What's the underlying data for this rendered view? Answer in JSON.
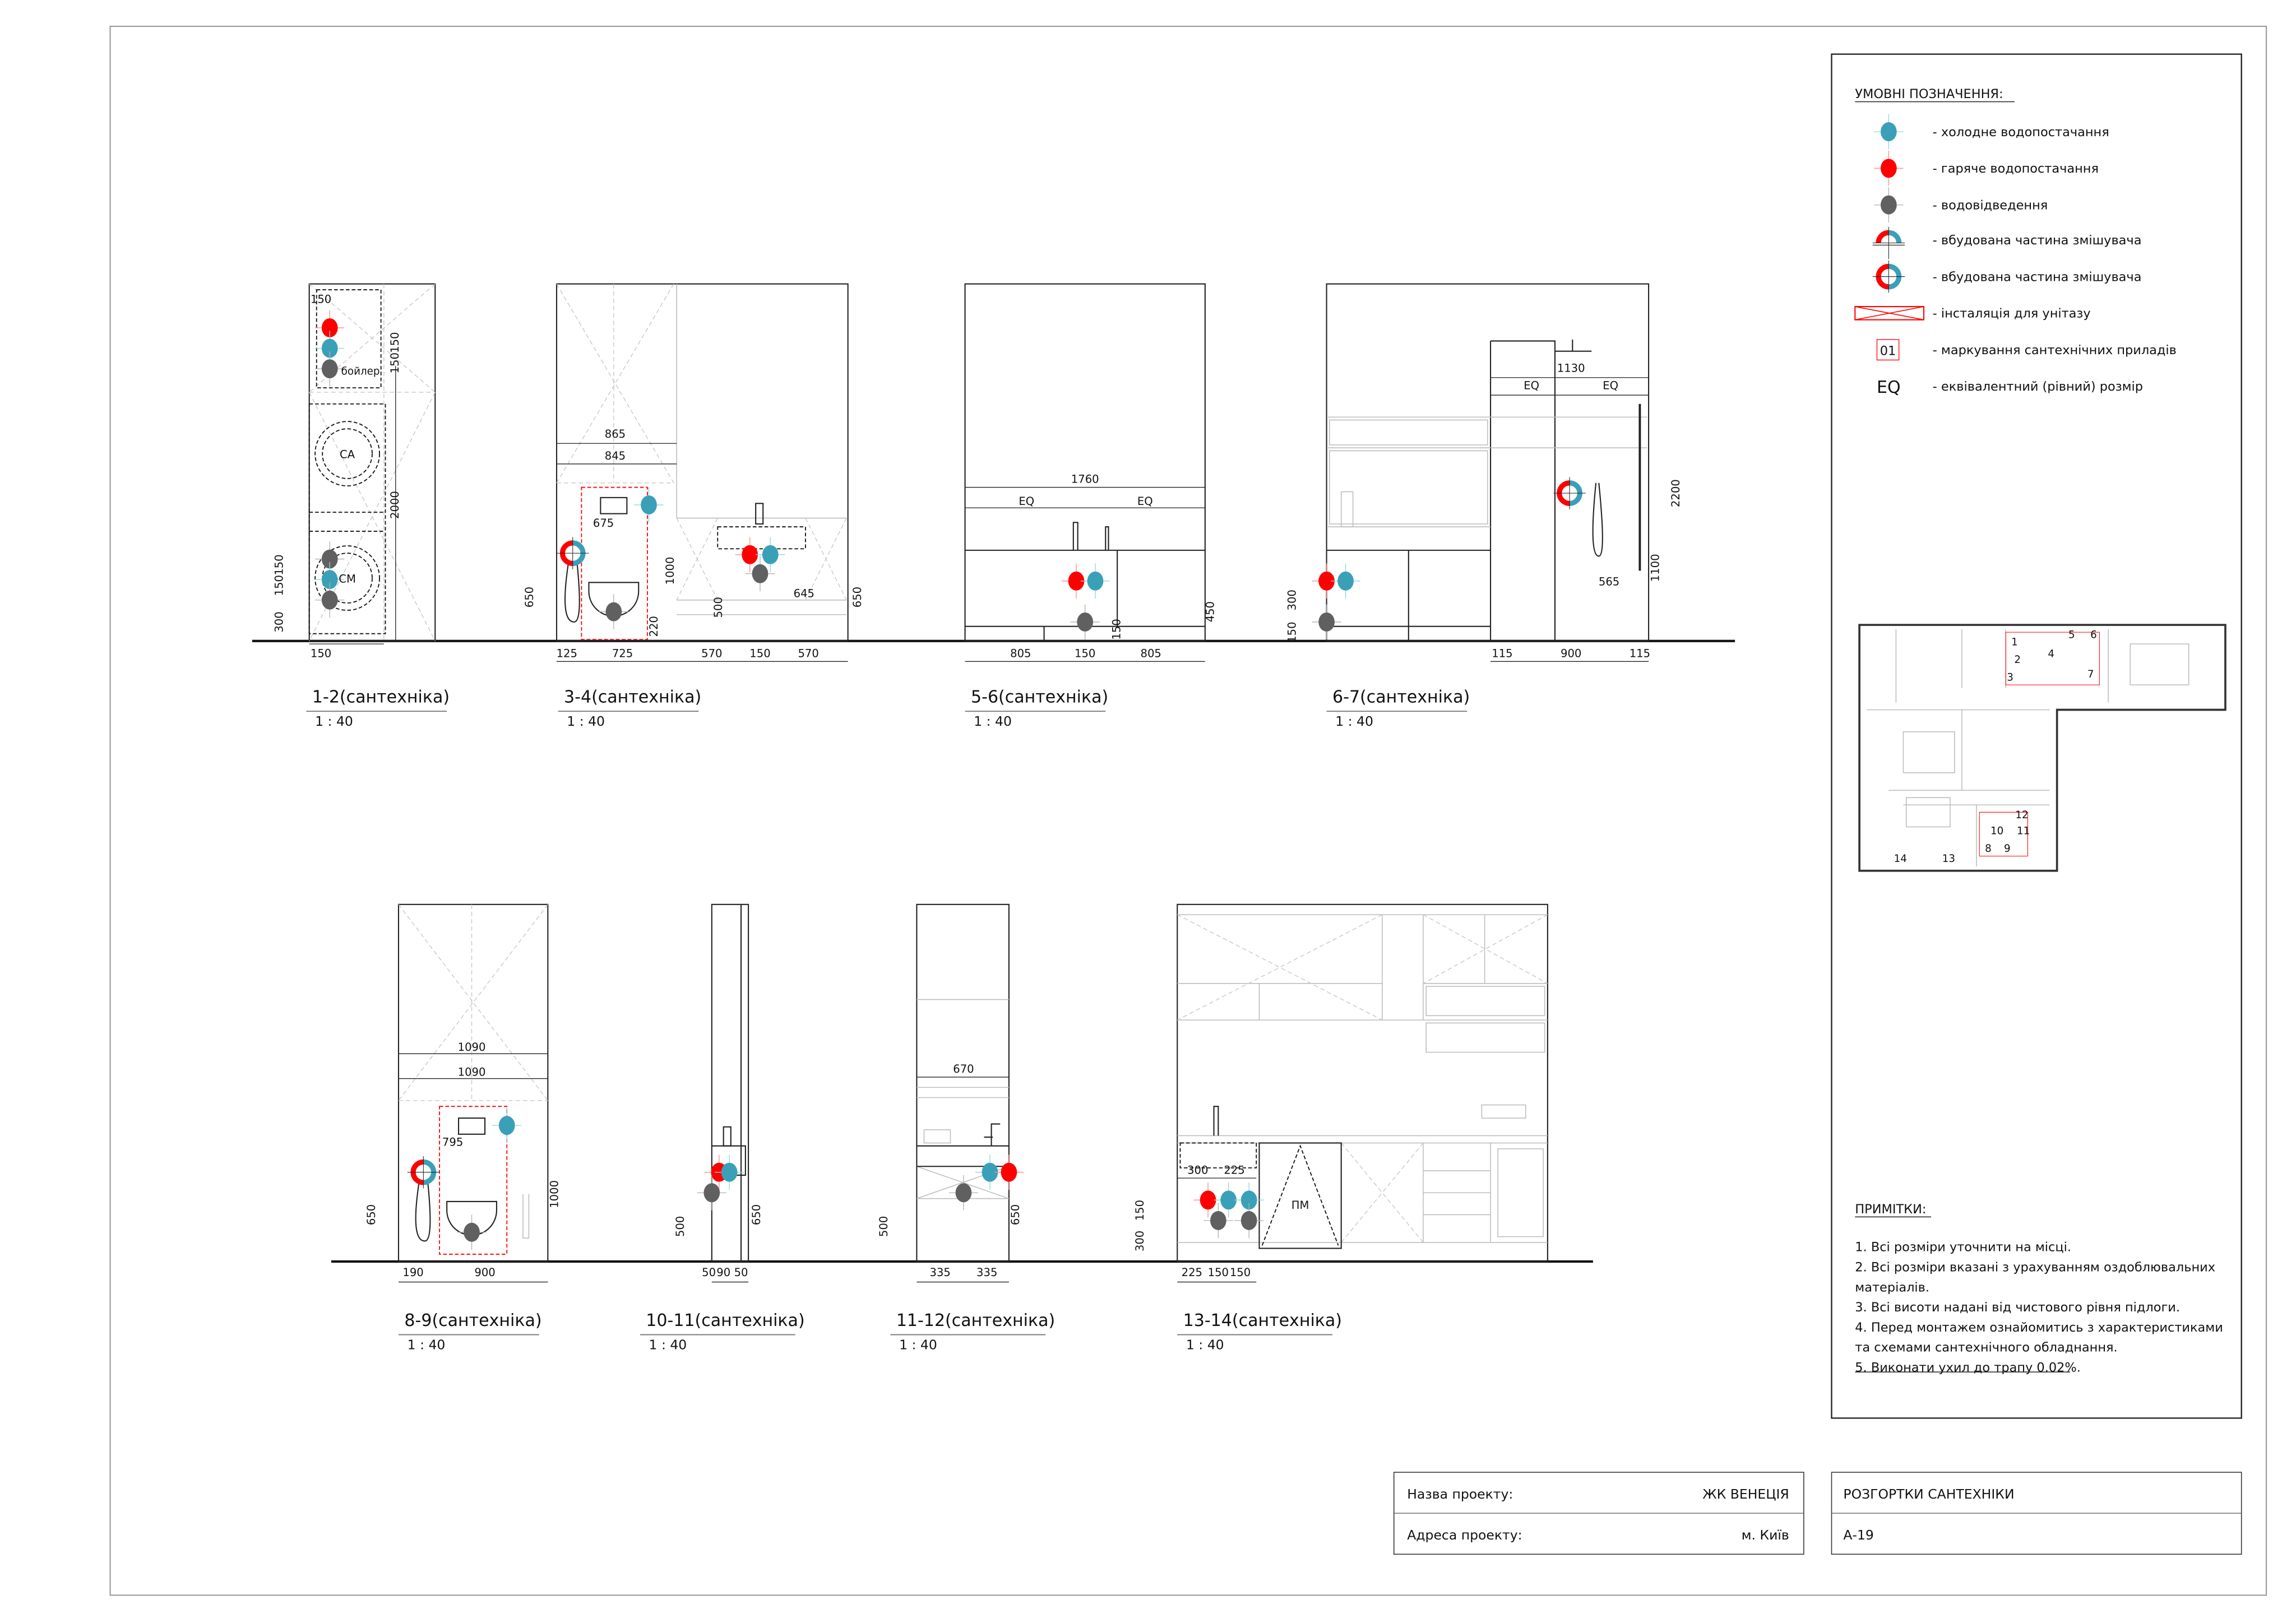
{
  "colors": {
    "cold": "#3aa0b8",
    "hot": "#ff0000",
    "drain": "#606060",
    "marker": "#ff0000"
  },
  "legend": {
    "title": "УМОВНІ ПОЗНАЧЕННЯ:",
    "items": [
      {
        "icon": "cold-water-dot-icon",
        "label": "- холодне водопостачання"
      },
      {
        "icon": "hot-water-dot-icon",
        "label": "- гаряче водопостачання"
      },
      {
        "icon": "drain-dot-icon",
        "label": "- водовідведення"
      },
      {
        "icon": "mixer-half-ring-icon",
        "label": "- вбудована частина змішувача"
      },
      {
        "icon": "mixer-ring-icon",
        "label": "- вбудована частина змішувача"
      },
      {
        "icon": "toilet-installation-icon",
        "label": "- інсталяція для унітазу"
      },
      {
        "icon": "fixture-marker-icon",
        "label": "- маркування сантехнічних приладів",
        "marker": "01"
      },
      {
        "icon": "eq-icon",
        "label": "- еквівалентний (рівний) розмір",
        "marker": "EQ"
      }
    ]
  },
  "notes": {
    "title": "ПРИМІТКИ:",
    "lines": [
      "1. Всі розміри уточнити на місці.",
      "2. Всі розміри вказані з урахуванням оздоблювальних",
      "матеріалів.",
      "3. Всі висоти надані від чистового рівня підлоги.",
      "4. Перед монтажем ознайомитись з характеристиками",
      "та схемами сантехнічного обладнання.",
      "5. Виконати ухил до трапу 0.02%."
    ]
  },
  "plan_markers": [
    "1",
    "2",
    "3",
    "4",
    "5",
    "6",
    "7",
    "8",
    "9",
    "10",
    "11",
    "12",
    "13",
    "14"
  ],
  "title_block": {
    "project_name_label": "Назва проекту:",
    "project_name": "ЖК ВЕНЕЦІЯ",
    "project_address_label": "Адреса проекту:",
    "project_address": "м. Київ",
    "sheet_title": "РОЗГОРТКИ САНТЕХНІКИ",
    "sheet_number": "А-19"
  },
  "views": [
    {
      "title": "1-2(сантехніка)",
      "scale": "1 : 40",
      "labels": [
        "бойлер",
        "СА",
        "СМ"
      ],
      "dims": [
        "150",
        "150",
        "150",
        "2000",
        "150",
        "150",
        "300",
        "150"
      ]
    },
    {
      "title": "3-4(сантехніка)",
      "scale": "1 : 40",
      "dims": [
        "865",
        "845",
        "675",
        "650",
        "1000",
        "500",
        "645",
        "650",
        "220",
        "125",
        "725",
        "570",
        "150",
        "570"
      ]
    },
    {
      "title": "5-6(сантехніка)",
      "scale": "1 : 40",
      "dims": [
        "1760",
        "EQ",
        "EQ",
        "450",
        "150",
        "805",
        "150",
        "805"
      ]
    },
    {
      "title": "6-7(сантехніка)",
      "scale": "1 : 40",
      "dims": [
        "1130",
        "EQ",
        "EQ",
        "565",
        "2200",
        "1100",
        "300",
        "150",
        "115",
        "900",
        "115"
      ]
    },
    {
      "title": "8-9(сантехніка)",
      "scale": "1 : 40",
      "dims": [
        "1090",
        "1090",
        "795",
        "1000",
        "650",
        "190",
        "900"
      ]
    },
    {
      "title": "10-11(сантехніка)",
      "scale": "1 : 40",
      "dims": [
        "500",
        "650",
        "50",
        "90",
        "50"
      ]
    },
    {
      "title": "11-12(сантехніка)",
      "scale": "1 : 40",
      "dims": [
        "670",
        "500",
        "650",
        "335",
        "335"
      ]
    },
    {
      "title": "13-14(сантехніка)",
      "scale": "1 : 40",
      "labels": [
        "ПМ"
      ],
      "dims": [
        "300",
        "225",
        "150",
        "300",
        "225",
        "150",
        "150"
      ]
    }
  ]
}
